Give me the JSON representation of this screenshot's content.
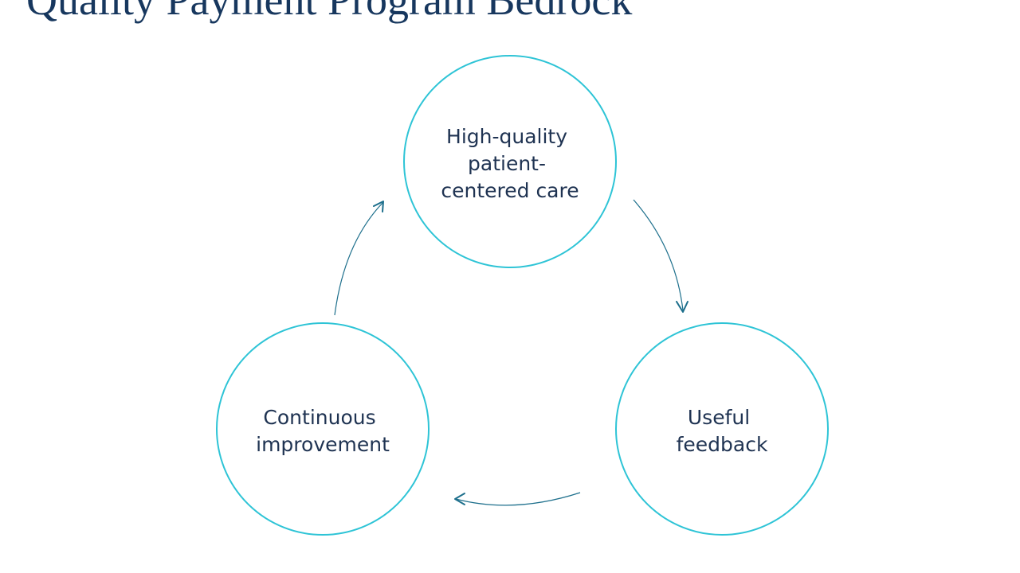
{
  "slide": {
    "title": "Quality Payment Program Bedrock"
  },
  "cycle": {
    "nodes": [
      {
        "id": "care",
        "lines": [
          "High-quality",
          "patient-",
          "centered care"
        ]
      },
      {
        "id": "feedback",
        "lines": [
          "Useful",
          "feedback"
        ]
      },
      {
        "id": "improvement",
        "lines": [
          "Continuous",
          "improvement"
        ]
      }
    ],
    "circle_color": "#2ec4d6",
    "arrow_color": "#1d6f8c",
    "text_color": "#1f3352",
    "title_color": "#17375e"
  }
}
